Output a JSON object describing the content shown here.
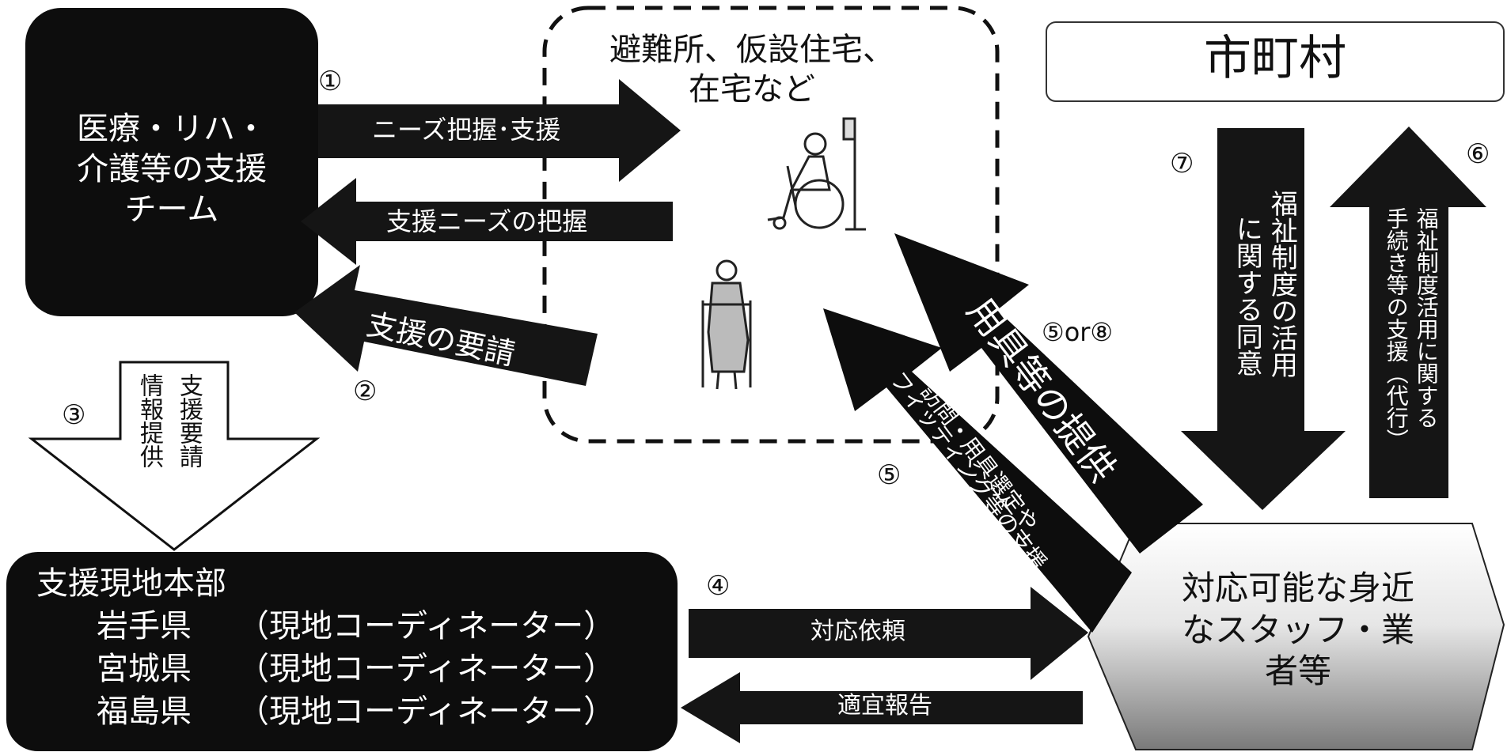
{
  "support_team": {
    "lines": [
      "医療・リハ・",
      "介護等の支援",
      "チーム"
    ]
  },
  "shelter": {
    "lines": [
      "避難所、仮設住宅、",
      "在宅など"
    ]
  },
  "municipality": {
    "label": "市町村"
  },
  "hq": {
    "title": "支援現地本部",
    "rows": [
      {
        "pref": "岩手県",
        "role": "（現地コーディネーター）"
      },
      {
        "pref": "宮城県",
        "role": "（現地コーディネーター）"
      },
      {
        "pref": "福島県",
        "role": "（現地コーディネーター）"
      }
    ]
  },
  "staff": {
    "lines": [
      "対応可能な身近",
      "なスタッフ・業",
      "者等"
    ]
  },
  "arrows": {
    "needs_support": "ニーズ把握･支援",
    "needs_grasp": "支援ニーズの把握",
    "request": "支援の要請",
    "info_left": "情報提供",
    "info_right": "支援要請",
    "dispatch": "対応依頼",
    "report": "適宜報告",
    "equipment": "用具等の提供",
    "visit_line1": "訪問・用具選定や",
    "visit_line2": "フィッティング等の支援",
    "consent_right": "福祉制度の活用",
    "consent_left": "に関する同意",
    "proxy_right": "福祉制度活用に関する",
    "proxy_left": "手続き等の支援（代行）"
  },
  "steps": {
    "s1": "①",
    "s2": "②",
    "s3": "③",
    "s4": "④",
    "s5": "⑤",
    "s58": "⑤or⑧",
    "s6": "⑥",
    "s7": "⑦"
  },
  "icons": [
    "wheelchair-person-icon",
    "elderly-walker-icon"
  ]
}
